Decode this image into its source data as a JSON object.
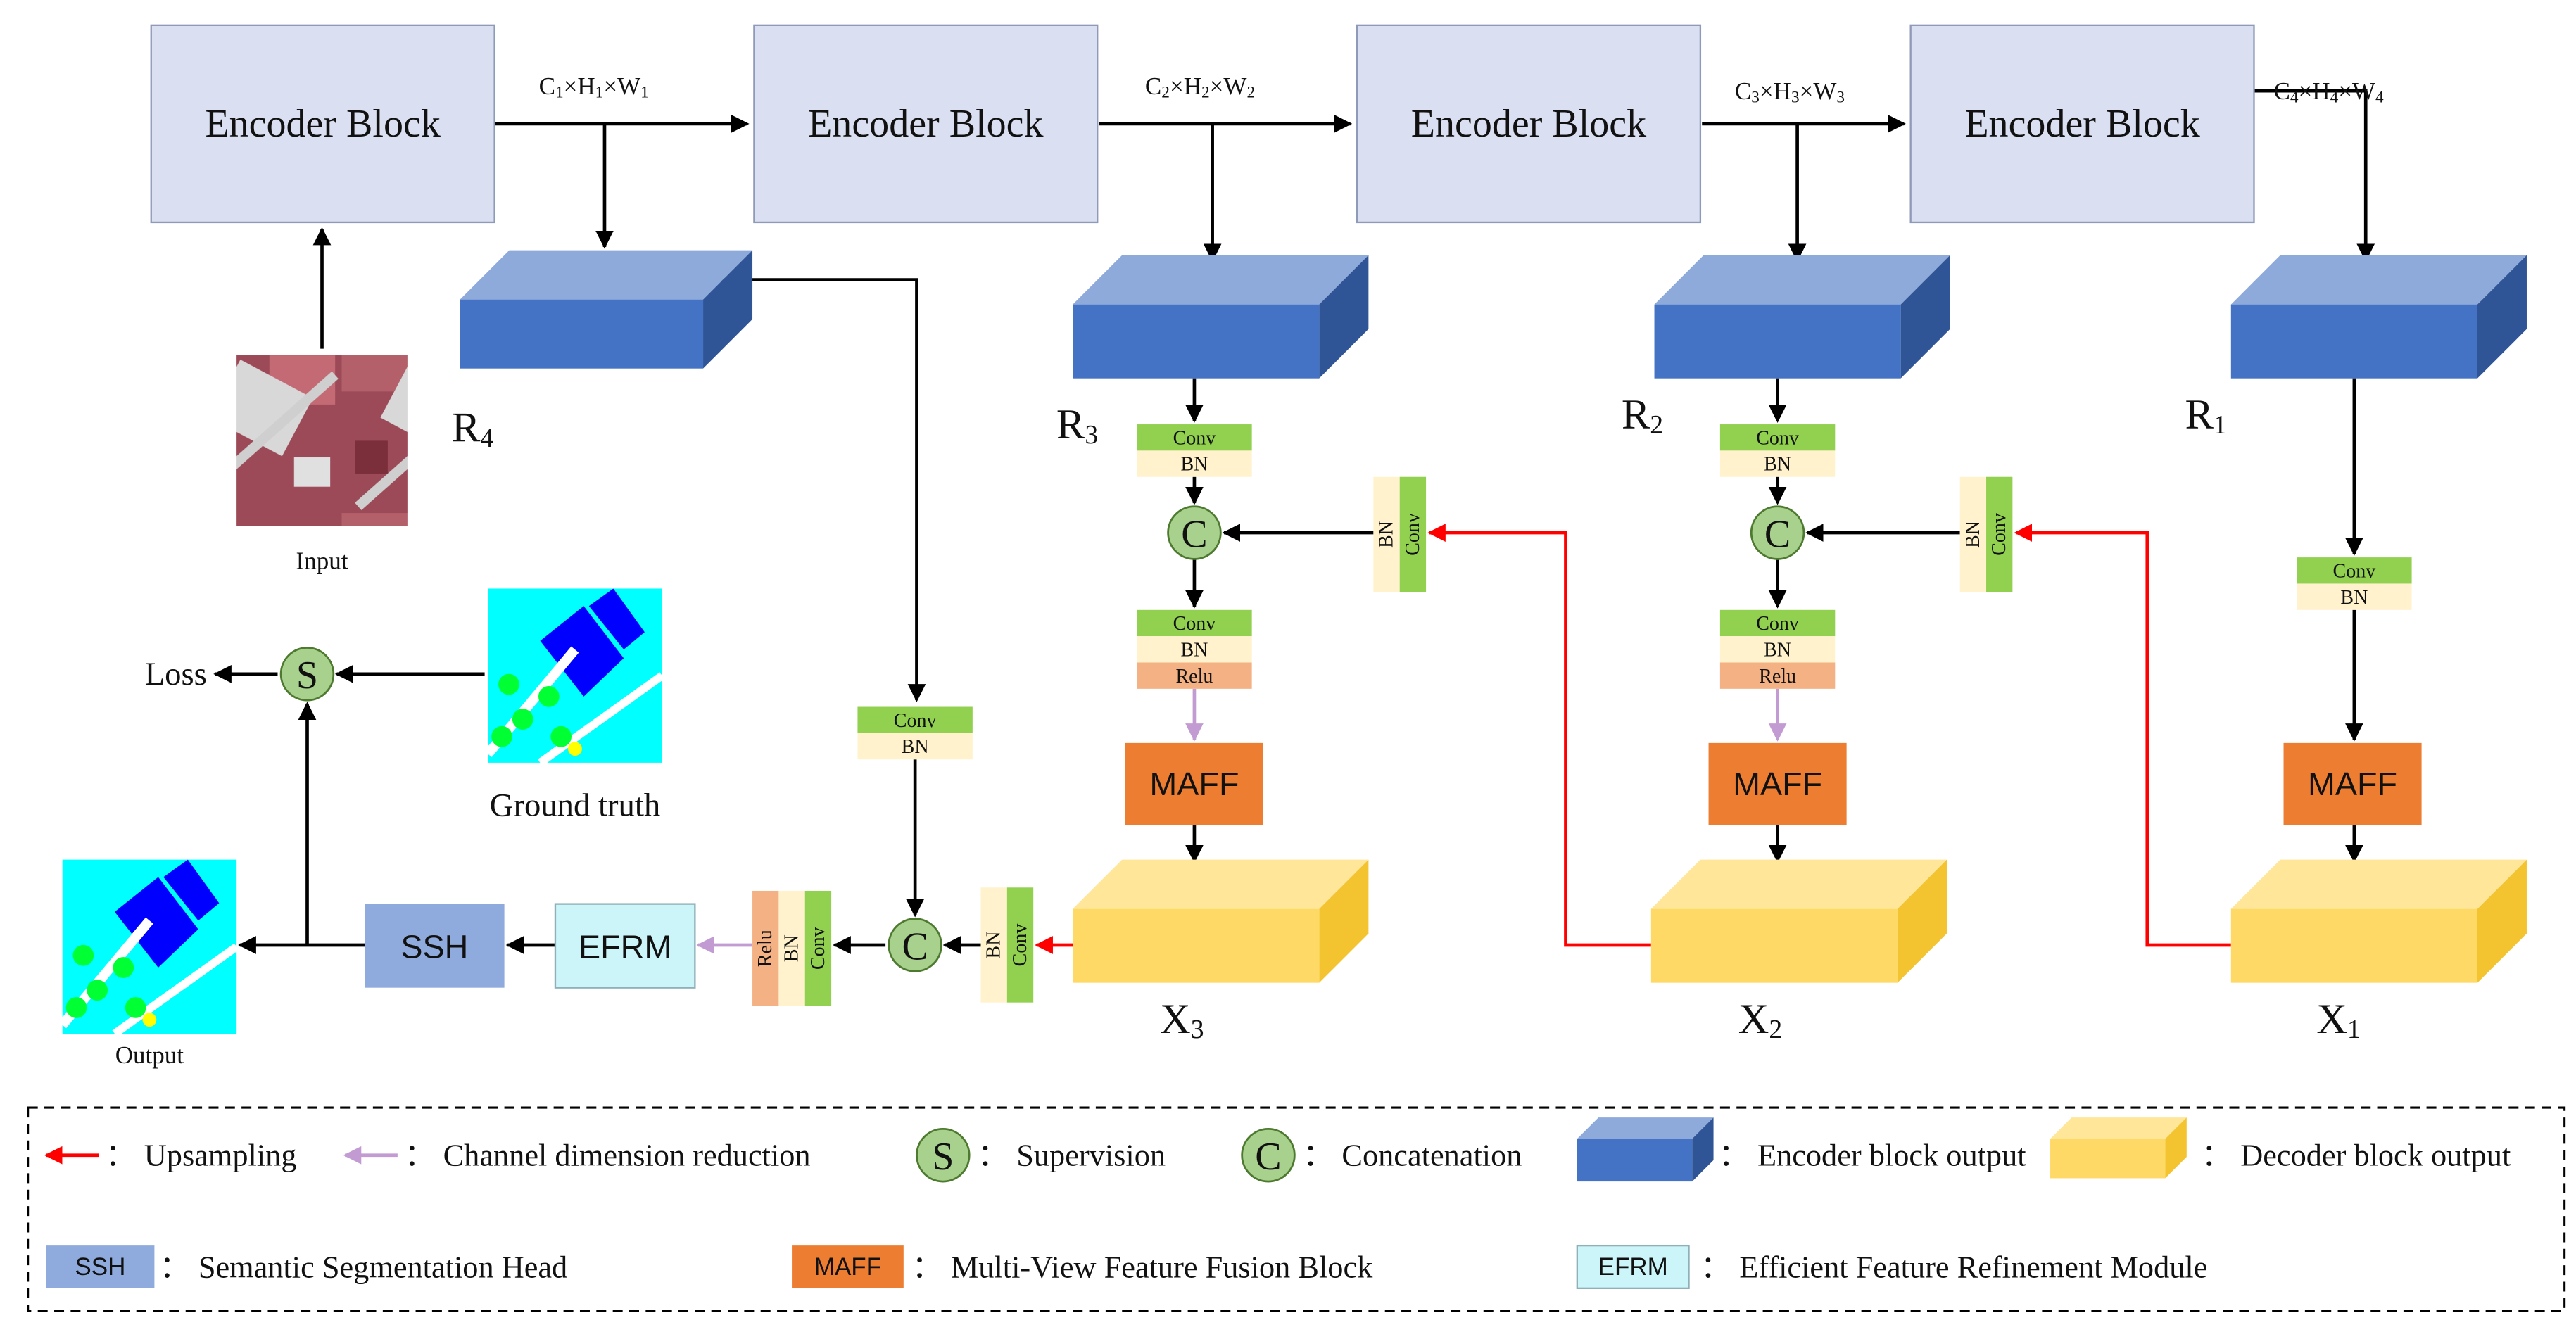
{
  "encoder": {
    "label": "Encoder Block",
    "dims": [
      {
        "c": "C",
        "ci": "1",
        "h": "H",
        "hi": "1",
        "w": "W",
        "wi": "1"
      },
      {
        "c": "C",
        "ci": "2",
        "h": "H",
        "hi": "2",
        "w": "W",
        "wi": "2"
      },
      {
        "c": "C",
        "ci": "3",
        "h": "H",
        "hi": "3",
        "w": "W",
        "wi": "3"
      },
      {
        "c": "C",
        "ci": "4",
        "h": "H",
        "hi": "4",
        "w": "W",
        "wi": "4"
      }
    ],
    "times": "×"
  },
  "r_labels": [
    {
      "base": "R",
      "sub": "4"
    },
    {
      "base": "R",
      "sub": "3"
    },
    {
      "base": "R",
      "sub": "2"
    },
    {
      "base": "R",
      "sub": "1"
    }
  ],
  "x_labels": [
    {
      "base": "X",
      "sub": "3"
    },
    {
      "base": "X",
      "sub": "2"
    },
    {
      "base": "X",
      "sub": "1"
    }
  ],
  "layers": {
    "conv": "Conv",
    "bn": "BN",
    "relu": "Relu"
  },
  "ops": {
    "concat": "C",
    "supervision": "S"
  },
  "blocks": {
    "maff": "MAFF",
    "ssh": "SSH",
    "efrm": "EFRM"
  },
  "labels": {
    "input": "Input",
    "output": "Output",
    "ground_truth": "Ground truth",
    "loss": "Loss"
  },
  "legend": {
    "sep": "：",
    "upsampling": "Upsampling",
    "channel_reduction": "Channel dimension reduction",
    "supervision": "Supervision",
    "concatenation": "Concatenation",
    "encoder_output": "Encoder block output",
    "decoder_output": "Decoder block output",
    "ssh": "Semantic Segmentation Head",
    "maff": "Multi-View Feature Fusion Block",
    "efrm": "Efficient Feature Refinement Module"
  },
  "colors": {
    "encoder_fill": "#dae0f2",
    "encoder_stroke": "#8f9ab8",
    "r_front": "#4472c4",
    "r_top": "#8eaadb",
    "r_side": "#2f5597",
    "x_front": "#ffd966",
    "x_top": "#ffe699",
    "x_side": "#f4c430",
    "conv": "#92d050",
    "bn": "#fff2cc",
    "relu": "#f4b183",
    "maff": "#ed7d31",
    "ssh": "#8faadc",
    "efrm": "#ccf5fa",
    "circle": "#a9d18e",
    "upsample_arrow": "#ff0000",
    "reduce_arrow": "#c39bd3"
  }
}
